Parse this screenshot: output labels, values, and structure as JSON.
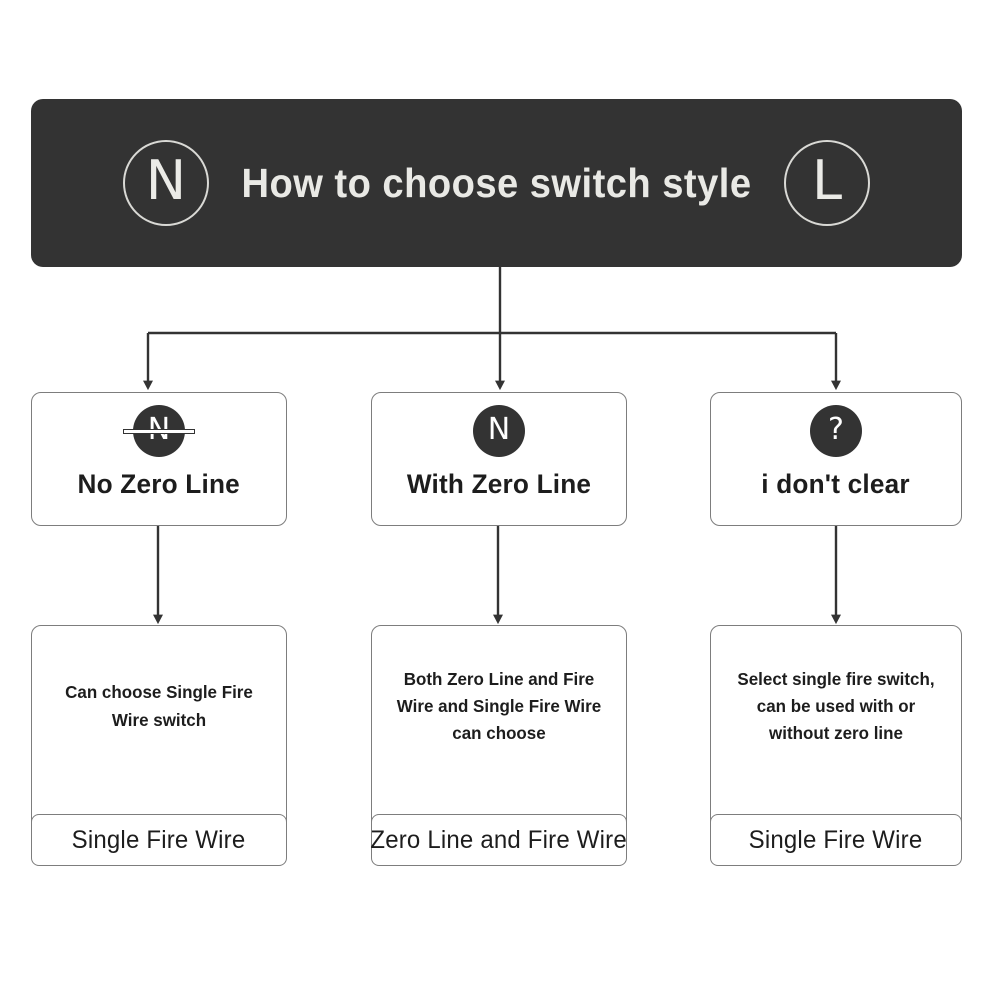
{
  "header": {
    "title": "How to choose switch style",
    "left_terminal": "N",
    "right_terminal": "L"
  },
  "columns": [
    {
      "badge_glyph": "N",
      "badge_icon": "n-wire-struck-icon",
      "choice_label": "No Zero Line",
      "outcome_description": "Can choose Single Fire Wire switch",
      "outcome_footer": "Single Fire Wire"
    },
    {
      "badge_glyph": "N",
      "badge_icon": "n-wire-icon",
      "choice_label": "With Zero Line",
      "outcome_description": "Both Zero Line and Fire Wire and Single Fire Wire can choose",
      "outcome_footer": "Zero Line and Fire Wire"
    },
    {
      "badge_glyph": "?",
      "badge_icon": "question-mark-icon",
      "choice_label": "i don't clear",
      "outcome_description": "Select single fire switch, can be used with or without zero line",
      "outcome_footer": "Single Fire Wire"
    }
  ],
  "colors": {
    "header_background": "#333333",
    "header_text": "#e9e9e5",
    "badge_background": "#333333",
    "badge_text": "#ffffff",
    "card_border": "#7d7d7d",
    "card_background": "#ffffff",
    "body_text": "#1d1d1d",
    "connector": "#333333",
    "page_background": "#ffffff"
  },
  "connectors": {
    "trunk_label": "header-to-branches",
    "branch_count": 3,
    "stage_links": [
      "choice-to-outcome"
    ]
  }
}
